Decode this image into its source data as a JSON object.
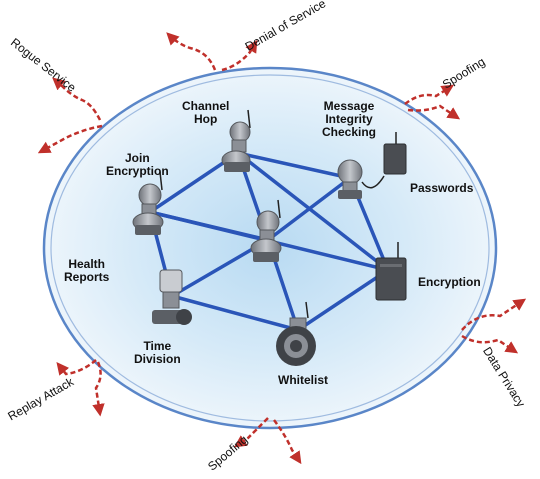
{
  "labels": {
    "channel_hop": "Channel\nHop",
    "message_integrity": "Message\nIntegrity\nChecking",
    "join_encryption": "Join\nEncryption",
    "passwords": "Passwords",
    "health_reports": "Health\nReports",
    "encryption": "Encryption",
    "time_division": "Time\nDivision",
    "whitelist": "Whitelist"
  },
  "threats": {
    "rogue_service": "Rogue Service",
    "denial_of_service": "Denial of Service",
    "spoofing_top": "Spoofing",
    "replay_attack": "Replay Attack",
    "spoofing_bottom": "Spoofing",
    "data_privacy": "Data Privacy"
  },
  "colors": {
    "link": "#2a55b8",
    "threat_arrow": "#c0302b",
    "ellipse_rim": "#5a86c8",
    "fill_center": "#b8daf2",
    "device_body": "#8b8f96",
    "device_dark": "#3f4247"
  }
}
